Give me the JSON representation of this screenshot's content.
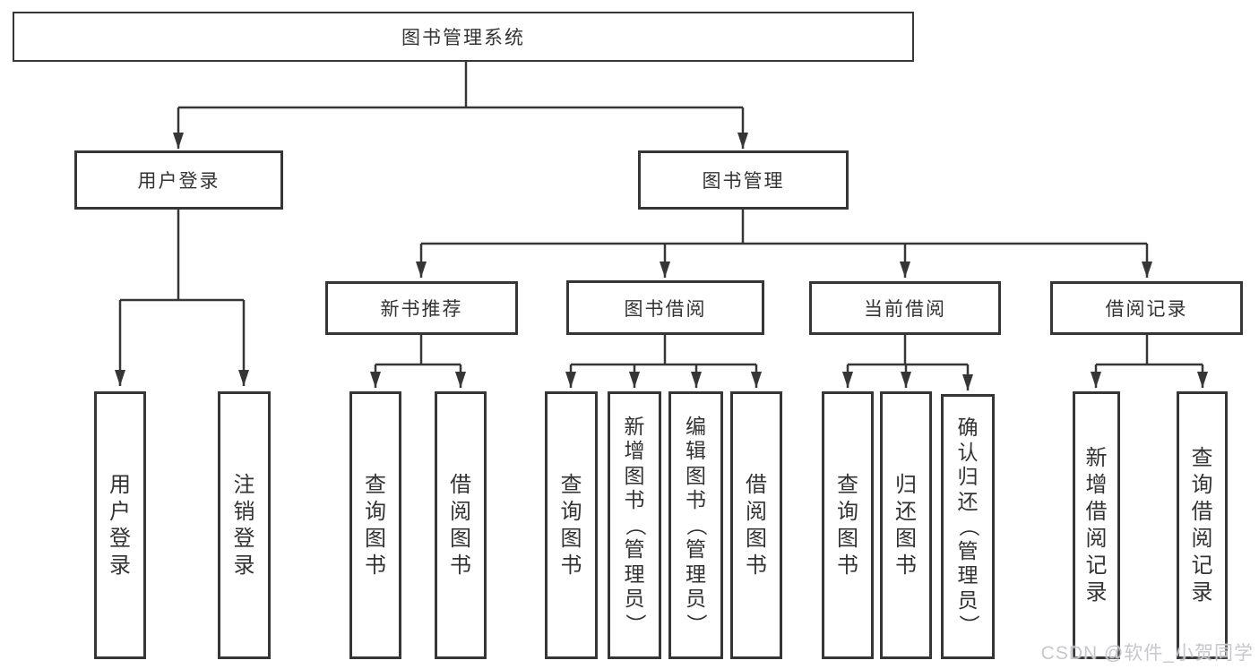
{
  "nodes": {
    "root": "图书管理系统",
    "user_login": "用户登录",
    "book_management": "图书管理",
    "new_book_recommend": "新书推荐",
    "book_borrow": "图书借阅",
    "current_borrow": "当前借阅",
    "borrow_record": "借阅记录",
    "leaf_user_login": "用户登录",
    "leaf_logout_login": "注销登录",
    "leaf_query_book_a": "查询图书",
    "leaf_borrow_book_a": "借阅图书",
    "leaf_query_book_b": "查询图书",
    "leaf_add_book_admin": "新增图书（管理员）",
    "leaf_edit_book_admin": "编辑图书（管理员）",
    "leaf_borrow_book_b": "借阅图书",
    "leaf_query_book_c": "查询图书",
    "leaf_return_book": "归还图书",
    "leaf_confirm_return_admin": "确认归还（管理员）",
    "leaf_add_borrow_record": "新增借阅记录",
    "leaf_query_borrow_record": "查询借阅记录"
  },
  "colors": {
    "line": "#363636",
    "text": "#333333",
    "background": "#ffffff",
    "watermark": "#c7c7cc"
  },
  "watermark": "CSDN @软件_小贺同学"
}
